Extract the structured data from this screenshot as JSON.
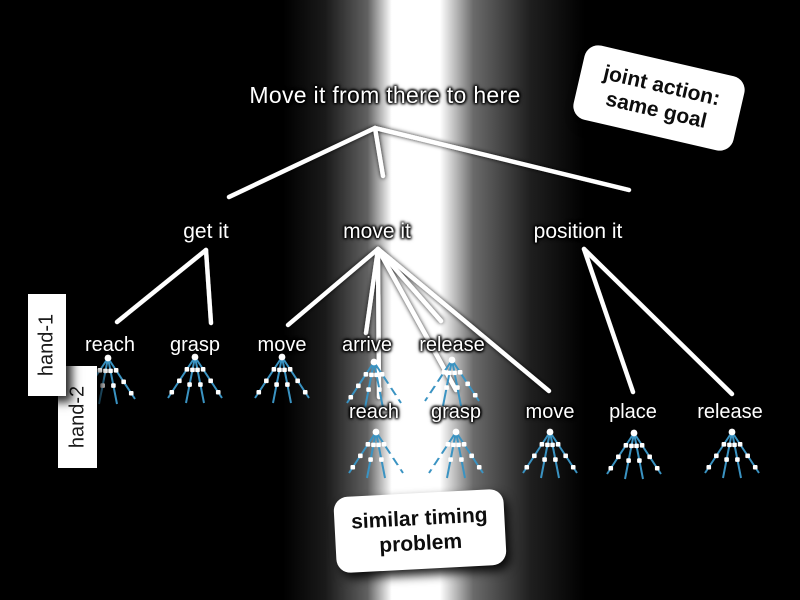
{
  "colors": {
    "background": "#000000",
    "edge_line": "#ffffff",
    "glyph_line": "#3a93c2",
    "glyph_dot": "#ffffff",
    "label_text": "#ffffff",
    "callout_bg": "#ffffff",
    "callout_text": "#0d0d0d"
  },
  "icons": {
    "trajectory_glyph": "mini-fan-tree"
  },
  "hands": {
    "hand1_label": "hand-1",
    "hand2_label": "hand-2"
  },
  "callouts": {
    "joint_action": {
      "line1": "joint action:",
      "line2": "same goal"
    },
    "timing": {
      "line1": "similar timing",
      "line2": "problem"
    }
  },
  "tree": {
    "root": {
      "id": "root",
      "label": "Move it from there to here"
    },
    "phases": [
      {
        "id": "get-it",
        "label": "get it"
      },
      {
        "id": "move-it",
        "label": "move it"
      },
      {
        "id": "position-it",
        "label": "position it"
      }
    ],
    "hand1_actions": [
      {
        "id": "h1-reach",
        "label": "reach"
      },
      {
        "id": "h1-grasp",
        "label": "grasp"
      },
      {
        "id": "h1-move",
        "label": "move"
      },
      {
        "id": "h1-arrive",
        "label": "arrive"
      },
      {
        "id": "h1-release",
        "label": "release"
      }
    ],
    "hand2_actions": [
      {
        "id": "h2-reach",
        "label": "reach"
      },
      {
        "id": "h2-grasp",
        "label": "grasp"
      },
      {
        "id": "h2-move",
        "label": "move"
      },
      {
        "id": "h2-place",
        "label": "place"
      },
      {
        "id": "h2-release",
        "label": "release"
      }
    ],
    "edges": [
      {
        "from": "root",
        "to": "get-it"
      },
      {
        "from": "root",
        "to": "move-it"
      },
      {
        "from": "root",
        "to": "position-it"
      },
      {
        "from": "get-it",
        "to": "h1-reach"
      },
      {
        "from": "get-it",
        "to": "h1-grasp"
      },
      {
        "from": "move-it",
        "to": "h1-move"
      },
      {
        "from": "move-it",
        "to": "h1-arrive"
      },
      {
        "from": "move-it",
        "to": "h1-release"
      },
      {
        "from": "move-it",
        "to": "h2-reach"
      },
      {
        "from": "move-it",
        "to": "h2-grasp"
      },
      {
        "from": "move-it",
        "to": "h2-move"
      },
      {
        "from": "position-it",
        "to": "h2-place"
      },
      {
        "from": "position-it",
        "to": "h2-release"
      }
    ]
  }
}
